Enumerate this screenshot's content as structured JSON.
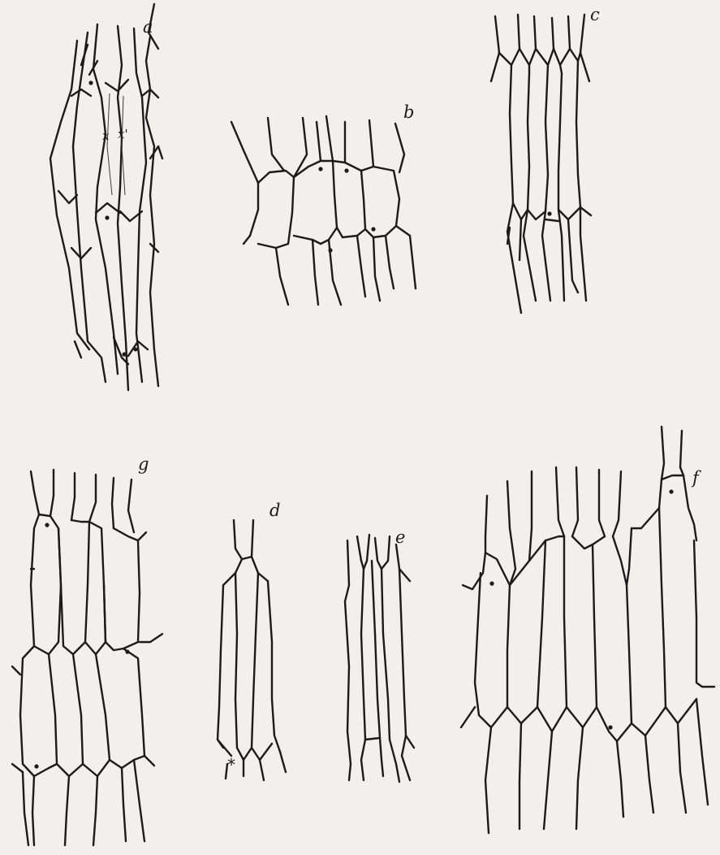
{
  "figure": {
    "labels": {
      "a": "a",
      "b": "b",
      "c": "c",
      "d": "d",
      "e": "e",
      "f": "f",
      "g": "g"
    },
    "annotations": {
      "x": "x",
      "x_prime": "x'",
      "asterisk": "*"
    },
    "ink_color": "#1b1b1b",
    "paper_color": "#f1f0ec"
  }
}
